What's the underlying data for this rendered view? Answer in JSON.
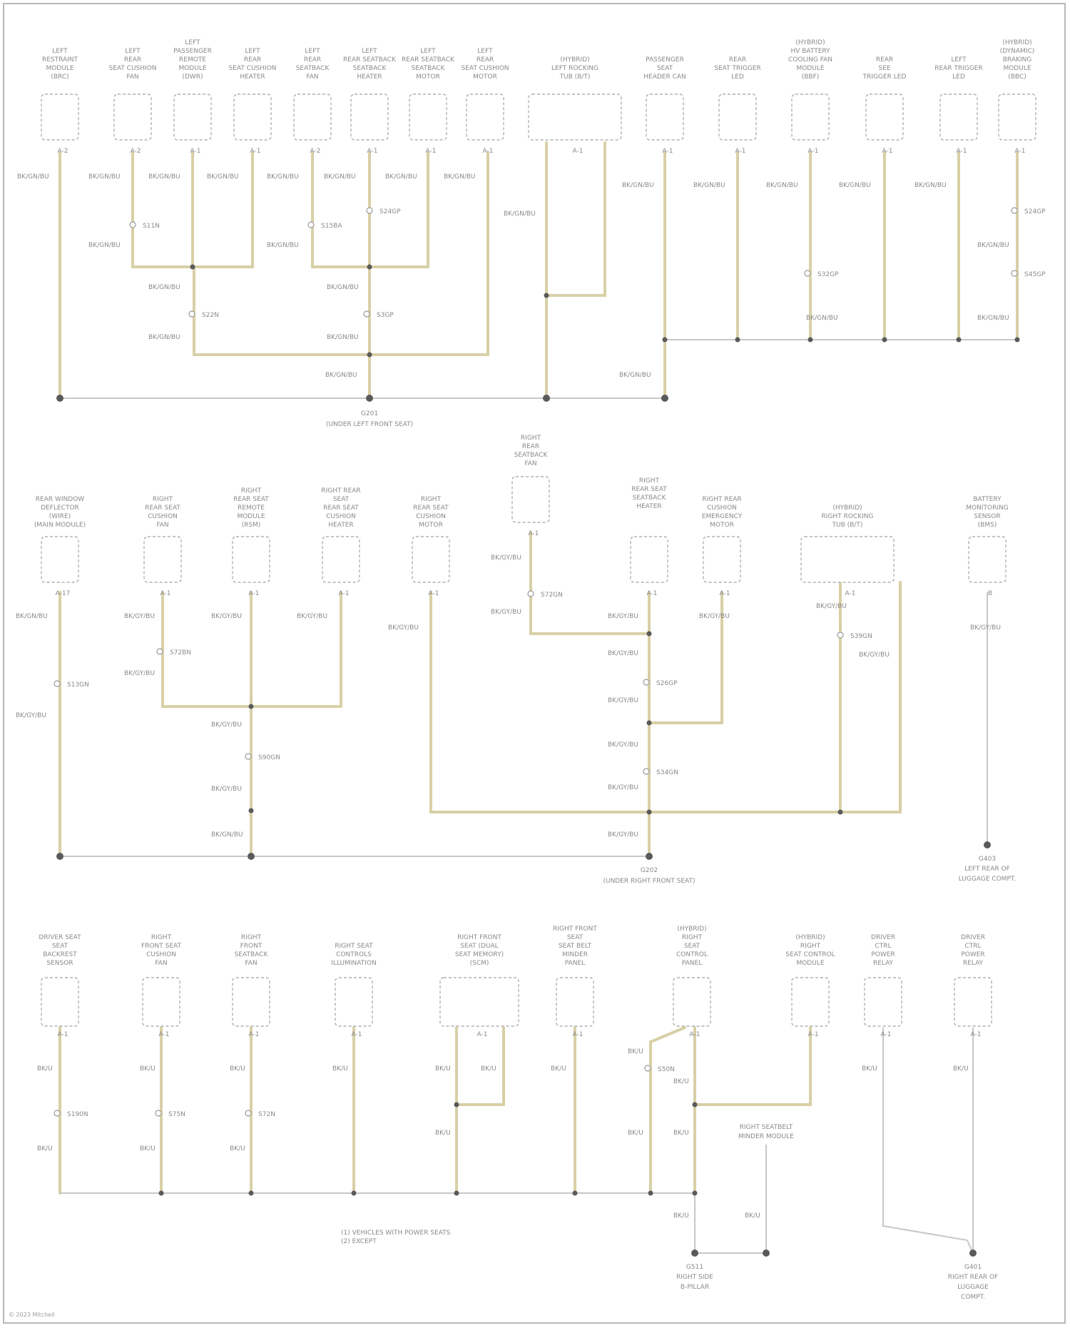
{
  "page": {
    "footer": "© 2023 Mitchell",
    "legend": [
      "(1) VEHICLES WITH POWER SEATS",
      "(2) EXCEPT"
    ]
  },
  "palette": {
    "wire": "#d8d0a6",
    "ground_bus": "#c7c7c7",
    "box": "#b0b0b0",
    "junction": "#5a5a5a"
  },
  "section1": {
    "components": [
      {
        "label": [
          "LEFT",
          "RESTRAINT",
          "MODULE",
          "(BRC)"
        ],
        "pin": "A-2"
      },
      {
        "label": [
          "LEFT",
          "REAR",
          "SEAT CUSHION",
          "FAN"
        ],
        "pin": "A-2"
      },
      {
        "label": [
          "LEFT",
          "PASSENGER",
          "REMOTE",
          "MODULE",
          "(DWR)"
        ],
        "pin": "A-1"
      },
      {
        "label": [
          "LEFT",
          "REAR",
          "SEAT CUSHION",
          "HEATER"
        ],
        "pin": "A-1"
      },
      {
        "label": [
          "LEFT",
          "REAR",
          "SEATBACK",
          "FAN"
        ],
        "pin": "A-2"
      },
      {
        "label": [
          "LEFT",
          "REAR SEATBACK",
          "SEATBACK",
          "HEATER"
        ],
        "pin": "A-1"
      },
      {
        "label": [
          "LEFT",
          "REAR SEATBACK",
          "SEATBACK",
          "MOTOR"
        ],
        "pin": "A-1"
      },
      {
        "label": [
          "LEFT",
          "REAR",
          "SEAT CUSHION",
          "MOTOR"
        ],
        "pin": "A-1"
      },
      {
        "label": [
          "(HYBRID)",
          "LEFT ROCKING",
          "TUB (B/T)"
        ],
        "pin": "A-1"
      },
      {
        "label": [
          "PASSENGER",
          "SEAT",
          "HEADER CAN"
        ],
        "pin": "A-1"
      },
      {
        "label": [
          "REAR",
          "SEAT TRIGGER",
          "LED"
        ],
        "pin": "A-1"
      },
      {
        "label": [
          "(HYBRID)",
          "HV BATTERY",
          "COOLING FAN",
          "MODULE",
          "(BBF)"
        ],
        "pin": "A-1"
      },
      {
        "label": [
          "REAR",
          "SEE",
          "TRIGGER LED"
        ],
        "pin": "A-1"
      },
      {
        "label": [
          "LEFT",
          "REAR TRIGGER",
          "LED"
        ],
        "pin": "A-1"
      },
      {
        "label": [
          "(HYBRID)",
          "(DYNAMIC)",
          "BRAKING",
          "MODULE",
          "(BBC)"
        ],
        "pin": "A-1"
      }
    ],
    "wires": [
      "BK/GN/BU",
      "BK/GN/BU",
      "BK/GN/BU",
      "BK/GN/BU",
      "BK/GN/BU",
      "BK/GN/BU",
      "BK/GN/BU",
      "BK/GN/BU",
      "BK/GN/BU"
    ],
    "splices": [
      "S11N",
      "S15BA",
      "S22N",
      "S3GP",
      "S24GP",
      "S32GP",
      "S24GP",
      "S45GP"
    ],
    "ground": {
      "id": "G201",
      "desc": "(UNDER LEFT FRONT SEAT)"
    }
  },
  "section2": {
    "components": [
      {
        "label": [
          "REAR WINDOW",
          "DEFLECTOR",
          "(WIRE)",
          "(MAIN MODULE)"
        ],
        "pin": "A-17"
      },
      {
        "label": [
          "RIGHT",
          "REAR SEAT",
          "CUSHION",
          "FAN"
        ],
        "pin": "A-1"
      },
      {
        "label": [
          "RIGHT",
          "REAR SEAT",
          "REMOTE",
          "MODULE",
          "(RSM)"
        ],
        "pin": "A-1"
      },
      {
        "label": [
          "RIGHT REAR",
          "SEAT",
          "REAR SEAT",
          "CUSHION",
          "HEATER"
        ],
        "pin": "A-1"
      },
      {
        "label": [
          "RIGHT",
          "REAR SEAT",
          "CUSHION",
          "MOTOR"
        ],
        "pin": "A-1"
      },
      {
        "label": [
          "RIGHT",
          "REAR",
          "SEATBACK",
          "FAN"
        ],
        "pin": "A-1"
      },
      {
        "label": [
          "RIGHT",
          "REAR SEAT",
          "SEATBACK",
          "HEATER"
        ],
        "pin": "A-1"
      },
      {
        "label": [
          "RIGHT REAR",
          "CUSHION",
          "EMERGENCY",
          "MOTOR"
        ],
        "pin": "A-1"
      },
      {
        "label": [
          "(HYBRID)",
          "RIGHT ROCKING",
          "TUB (B/T)"
        ],
        "pin": "A-1"
      },
      {
        "label": [
          "BATTERY",
          "MONITORING",
          "SENSOR",
          "(BMS)"
        ],
        "pin": "B"
      }
    ],
    "wires": [
      "BK/GN/BU",
      "BK/GY/BU",
      "BK/GY/BU",
      "BK/GY/BU",
      "BK/GY/BU",
      "BK/GY/BU",
      "BK/GY/BU",
      "BK/GY/BU",
      "BK/GY/BU",
      "BK/GY/BU",
      "BK/GY/BU",
      "BK/GY/BU"
    ],
    "splices": [
      "S13GN",
      "S72BN",
      "S90GN",
      "S72GN",
      "S26GP",
      "S34GN",
      "S39GN"
    ],
    "ground": {
      "id": "G202",
      "desc": "(UNDER RIGHT FRONT SEAT)"
    },
    "ground2": {
      "id": "G403",
      "desc": [
        "LEFT REAR OF",
        "LUGGAGE COMPT."
      ]
    }
  },
  "section3": {
    "components": [
      {
        "label": [
          "DRIVER SEAT",
          "SEAT",
          "BACKREST",
          "SENSOR"
        ],
        "pin": "A-1"
      },
      {
        "label": [
          "RIGHT",
          "FRONT SEAT",
          "CUSHION",
          "FAN"
        ],
        "pin": "A-1"
      },
      {
        "label": [
          "RIGHT",
          "FRONT",
          "SEATBACK",
          "FAN"
        ],
        "pin": "A-1"
      },
      {
        "label": [
          "RIGHT SEAT",
          "CONTROLS",
          "ILLUMINATION"
        ],
        "pin": "A-1"
      },
      {
        "label": [
          "RIGHT FRONT",
          "SEAT (DUAL",
          "SEAT MEMORY)",
          "(SCM)"
        ],
        "pin": "A-1"
      },
      {
        "label": [
          "RIGHT FRONT",
          "SEAT",
          "SEAT BELT",
          "MINDER",
          "PANEL"
        ],
        "pin": "A-1"
      },
      {
        "label": [
          "(HYBRID)",
          "RIGHT",
          "SEAT",
          "CONTROL",
          "PANEL"
        ],
        "pin": "A-1"
      },
      {
        "label": [
          "(HYBRID)",
          "RIGHT",
          "SEAT CONTROL",
          "MODULE"
        ],
        "pin": "A-1"
      },
      {
        "label": [
          "DRIVER",
          "CTRL",
          "POWER",
          "RELAY"
        ],
        "pin": "A-1"
      },
      {
        "label": [
          "DRIVER",
          "CTRL",
          "POWER",
          "RELAY"
        ],
        "pin": "A-1"
      }
    ],
    "wires": [
      "BK/U",
      "BK/U",
      "BK/U",
      "BK/U",
      "BK/U",
      "BK/U",
      "BK/U"
    ],
    "splices": [
      "S190N",
      "S75N",
      "S72N",
      "S50N"
    ],
    "callout": [
      "RIGHT SEATBELT",
      "MINDER MODULE"
    ],
    "ground": {
      "id": "G511",
      "desc": [
        "RIGHT SIDE",
        "B-PILLAR"
      ]
    },
    "ground2": {
      "id": "G401",
      "desc": [
        "RIGHT REAR OF",
        "LUGGAGE",
        "COMPT."
      ]
    }
  }
}
